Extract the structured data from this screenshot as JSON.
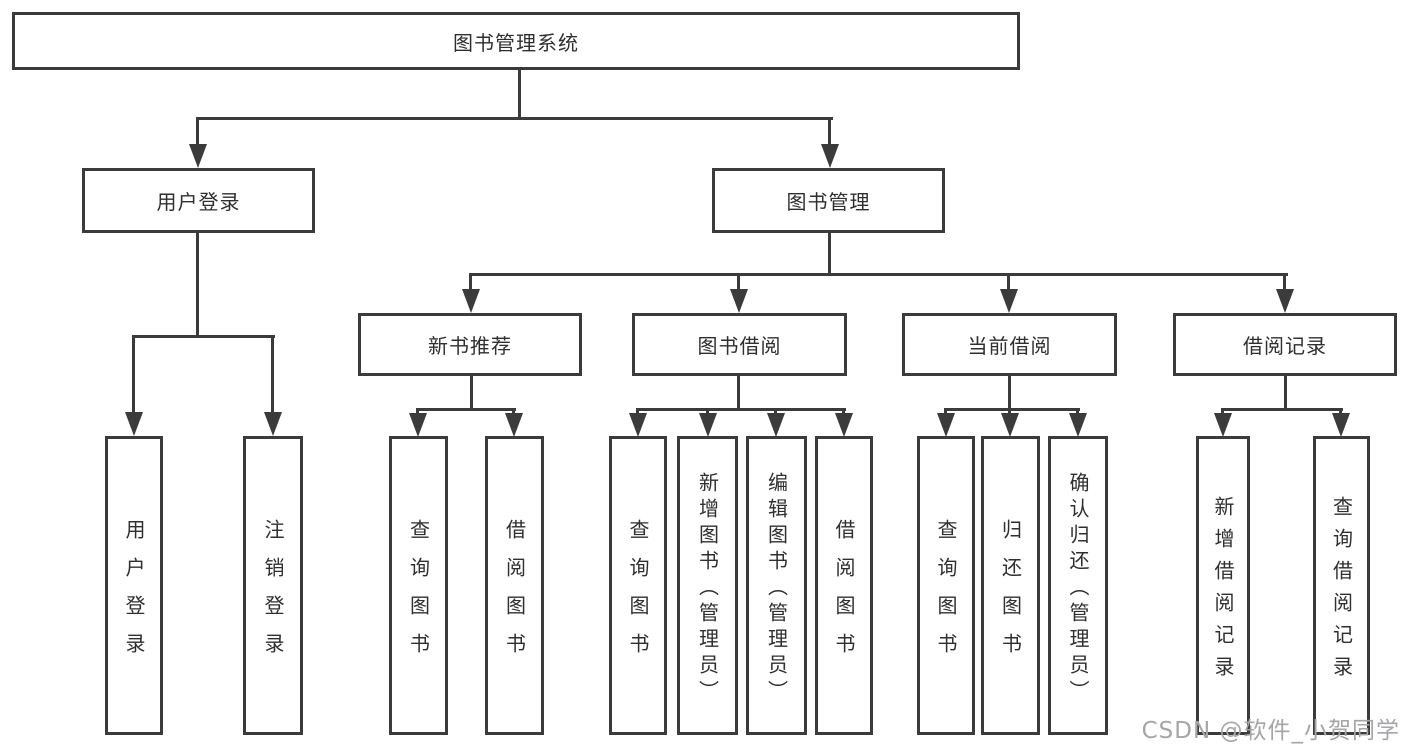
{
  "diagram_type": "hierarchy-tree",
  "tree": {
    "label": "图书管理系统",
    "children": [
      {
        "label": "用户登录",
        "children": [
          {
            "label": "用户登录"
          },
          {
            "label": "注销登录"
          }
        ]
      },
      {
        "label": "图书管理",
        "children": [
          {
            "label": "新书推荐",
            "children": [
              {
                "label": "查询图书"
              },
              {
                "label": "借阅图书"
              }
            ]
          },
          {
            "label": "图书借阅",
            "children": [
              {
                "label": "查询图书"
              },
              {
                "label": "新增图书（管理员）"
              },
              {
                "label": "编辑图书（管理员）"
              },
              {
                "label": "借阅图书"
              }
            ]
          },
          {
            "label": "当前借阅",
            "children": [
              {
                "label": "查询图书"
              },
              {
                "label": "归还图书"
              },
              {
                "label": "确认归还（管理员）"
              }
            ]
          },
          {
            "label": "借阅记录",
            "children": [
              {
                "label": "新增借阅记录"
              },
              {
                "label": "查询借阅记录"
              }
            ]
          }
        ]
      }
    ]
  },
  "watermark": "CSDN @软件_小贺同学",
  "colors": {
    "line": "#3b3b3b",
    "box_border": "#3b3b3b",
    "box_fill": "#ffffff",
    "text": "#2f2f2f",
    "watermark": "#a5a5a8",
    "background": "#ffffff"
  }
}
